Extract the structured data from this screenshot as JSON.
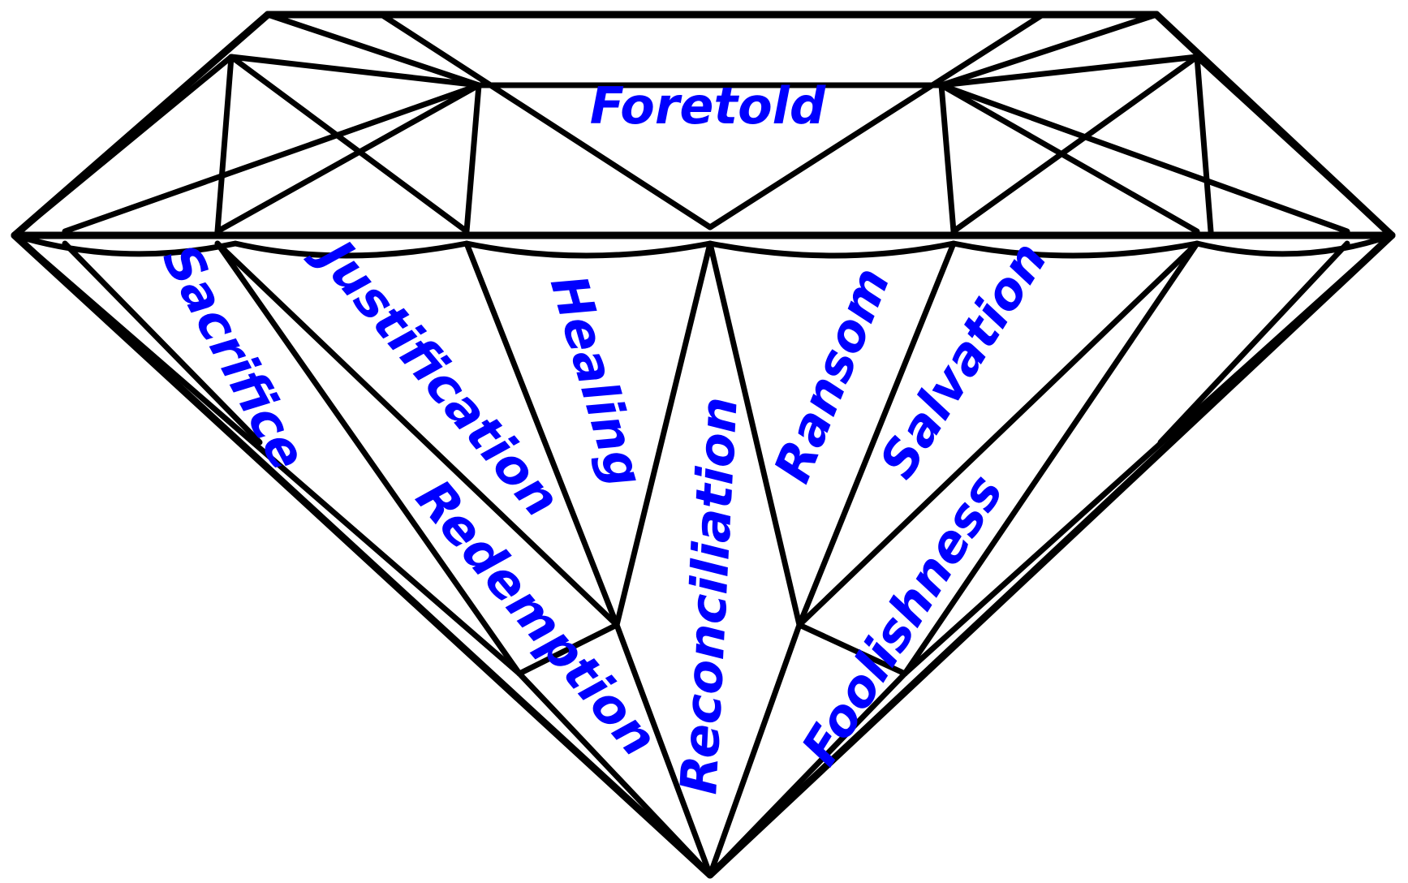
{
  "diagram": {
    "text_color": "#0000ff",
    "line_color": "#000000",
    "background": "#ffffff",
    "labels": {
      "foretold": "Foretold",
      "sacrifice": "Sacrifice",
      "justification": "Justification",
      "healing": "Healing",
      "redemption": "Redemption",
      "reconciliation": "Reconciliation",
      "ransom": "Ransom",
      "salvation": "Salvation",
      "foolishness": "Foolishness"
    }
  }
}
